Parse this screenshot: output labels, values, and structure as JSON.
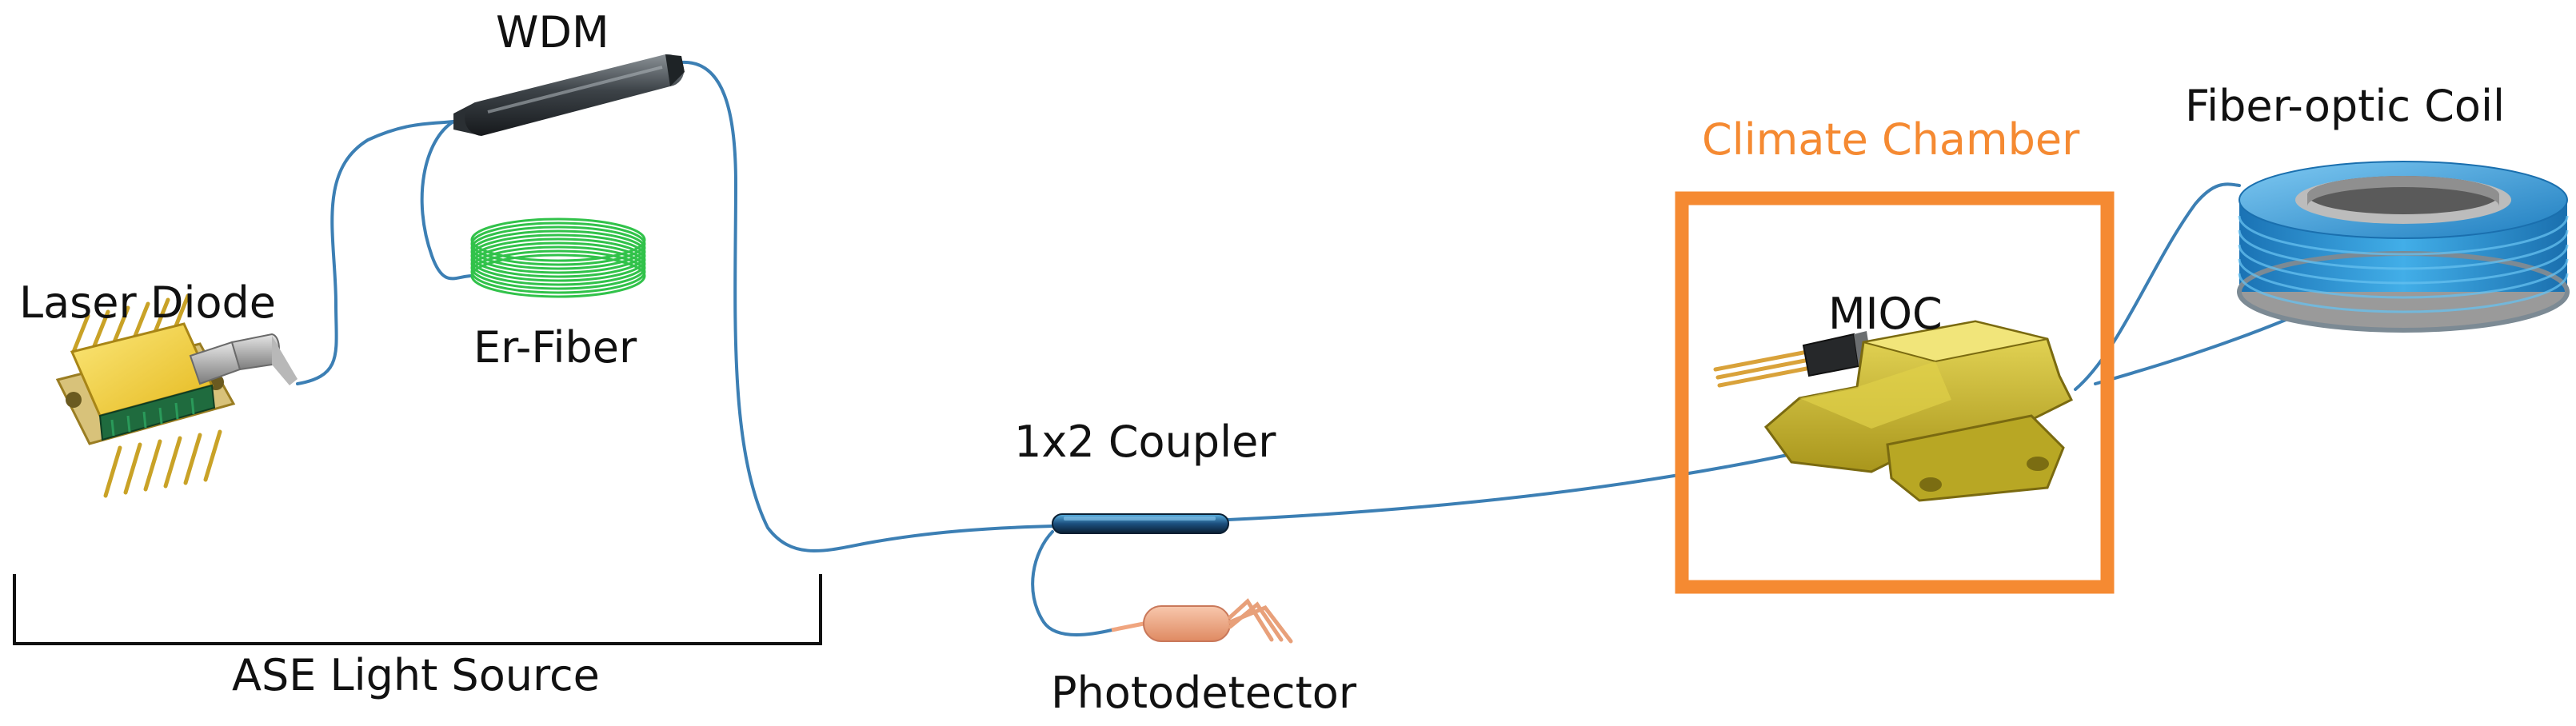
{
  "labels": {
    "wdm": "WDM",
    "laser_diode": "Laser Diode",
    "er_fiber": "Er-Fiber",
    "coupler": "1x2 Coupler",
    "photodetector": "Photodetector",
    "ase_source": "ASE Light Source",
    "climate_chamber": "Climate Chamber",
    "mioc": "MIOC",
    "fiber_coil": "Fiber-optic Coil"
  },
  "colors": {
    "fiber": "#3c7fb4",
    "chamber": "#f58a32",
    "er_fiber": "#31c24a",
    "coil": "#2f95d8",
    "mioc": "#c9b62a",
    "laser_diode": "#f1d33b",
    "photodetector": "#f0a57f"
  }
}
